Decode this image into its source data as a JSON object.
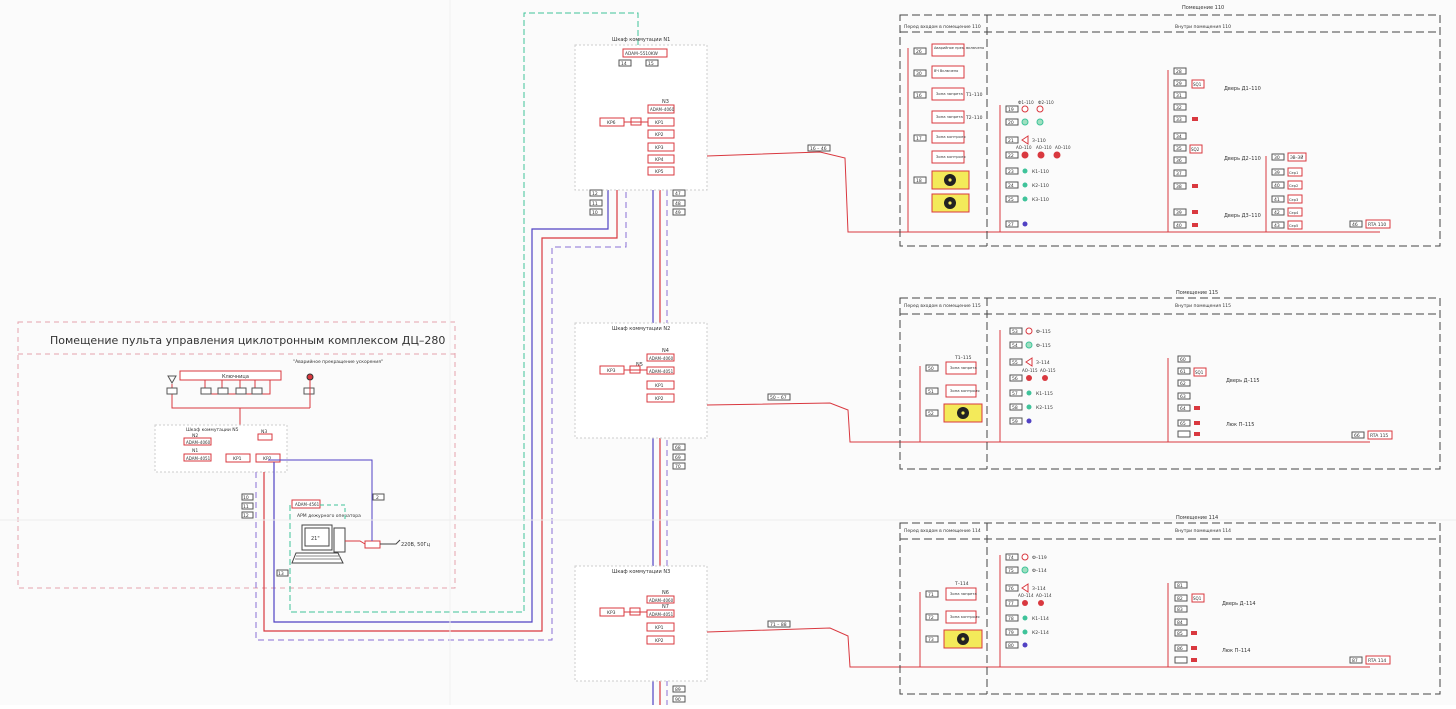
{
  "control_room": {
    "title": "Помещение пульта управления циклотронным комплексом ДЦ–280",
    "button_label": "\"Аварийное прекращение ускорения\"",
    "key_box": "Ключница",
    "cabinet_title": "Шкаф коммутации N5",
    "n2": "N2",
    "n1": "N1",
    "n3": "N3",
    "adam_4060": "ADAM–4060",
    "adam_4051": "ADAM–4051",
    "kr1": "KP1",
    "kr2": "KP2",
    "adam_4561": "ADAM–4561",
    "operator": "АРМ дежурного оператора",
    "monitor": "21\"",
    "power": "220В, 50Гц",
    "tags_left": [
      "10",
      "11",
      "12",
      "13"
    ],
    "tag_line": "2"
  },
  "cabinet1": {
    "title": "Шкаф коммутации N1",
    "adam_5510": "ADAM–5510KW",
    "t14": "14",
    "t15": "15",
    "n3": "N3",
    "adam_4060": "ADAM–4060",
    "kr6": "KP6",
    "kr_list": [
      "KP1",
      "KP2",
      "KP3",
      "KP4",
      "KP5"
    ],
    "tags_left": [
      "12",
      "11",
      "10"
    ],
    "tags_right": [
      "47",
      "48",
      "49"
    ],
    "bus": "16 – 46"
  },
  "cabinet2": {
    "title": "Шкаф коммутации N2",
    "n4": "N4",
    "n5": "N5",
    "adam_4060": "ADAM–4060",
    "adam_4051": "ADAM–4051",
    "kr3": "KP3",
    "kr_list": [
      "KP1",
      "KP2"
    ],
    "tags_right": [
      "68",
      "69",
      "70"
    ],
    "bus": "50 – 67"
  },
  "cabinet3": {
    "title": "Шкаф коммутации N3",
    "n6": "N6",
    "n7": "N7",
    "adam_4060": "ADAM–4060",
    "adam_4051": "ADAM–4051",
    "kr3": "KP3",
    "kr_list": [
      "KP1",
      "KP2"
    ],
    "tags_right": [
      "89",
      "90"
    ],
    "bus": "71 – 88"
  },
  "room110": {
    "title": "Помещение 110",
    "before": "Перед входом в помещение 110",
    "inside": "Внутри помещения 110",
    "boxes": [
      "Аварийное прек. включено",
      "ВЧ Включено",
      "Зона запрета",
      "Зона запрета",
      "Зона контроля",
      "Зона контроля"
    ],
    "side_labels": [
      "T1–110",
      "T2–110"
    ],
    "tags_left": [
      "26",
      "30",
      "16",
      "17",
      "18"
    ],
    "tags_mid": [
      "19",
      "20",
      "21",
      "22",
      "23",
      "24",
      "25",
      "27"
    ],
    "lamps": [
      "Ф1–110",
      "Ф2–110",
      "З–110",
      "АО–110",
      "АО–110",
      "АО–110",
      "К1–110",
      "К2–110",
      "К3–110"
    ],
    "doors": [
      "Дверь Д1–110",
      "Дверь Д2–110",
      "Дверь Д3–110"
    ],
    "tags_right1": [
      "28",
      "29",
      "31",
      "32",
      "33",
      "34",
      "35",
      "36",
      "37",
      "38",
      "39",
      "40",
      "41",
      "42",
      "43",
      "44",
      "45"
    ],
    "sq": [
      "SQ1",
      "SQ2"
    ],
    "right_tags": [
      "30",
      "39",
      "40",
      "41",
      "42",
      "43"
    ],
    "right_labels": [
      "ЭВ–ЭЙ",
      "Сер1",
      "Сер2",
      "Сер3",
      "Сер4",
      "Сер5"
    ],
    "bottom": "46",
    "rta": "RTA 110"
  },
  "room115": {
    "title": "Помещение 115",
    "before": "Перед входом в помещение 115",
    "inside": "Внутри помещения 115",
    "t_label": "T1–115",
    "boxes": [
      "Зона запрета",
      "Зона контроля"
    ],
    "tags_left": [
      "50",
      "51",
      "52"
    ],
    "tags_mid": [
      "53",
      "54",
      "55",
      "56",
      "57",
      "58",
      "59"
    ],
    "lamps": [
      "Ф–115",
      "Ф–115",
      "З–114",
      "АО–115",
      "АО–115",
      "К1–115",
      "К2–115"
    ],
    "doors": [
      "Дверь Д–115",
      "Люк П–115"
    ],
    "tags_right": [
      "60",
      "61",
      "62",
      "63",
      "64",
      "65"
    ],
    "sq": "SQ1",
    "bottom": "66",
    "rta": "RTA 115"
  },
  "room114": {
    "title": "Помещение 114",
    "before": "Перед входом в помещение 114",
    "inside": "Внутри помещения 114",
    "t_label": "T–114",
    "boxes": [
      "Зона запрета",
      "Зона контроля"
    ],
    "tags_left": [
      "71",
      "72",
      "73"
    ],
    "tags_mid": [
      "74",
      "75",
      "76",
      "77",
      "78",
      "79",
      "80"
    ],
    "lamps": [
      "Ф–119",
      "Ф–114",
      "З–114",
      "АО–114",
      "АО–114",
      "К1–114",
      "К2–114"
    ],
    "doors": [
      "Дверь Д–114",
      "Люк П–114"
    ],
    "tags_right": [
      "81",
      "82",
      "83",
      "84",
      "85",
      "86"
    ],
    "sq": "SQ1",
    "bottom": "87",
    "rta": "RTA 114"
  },
  "colors": {
    "red": "#d9383f",
    "blue": "#5142c4",
    "violet": "#8a6fd6",
    "teal": "#3fc39a",
    "yellow": "#f3ea5a",
    "dash": "#555555",
    "gray": "#b8b8b8"
  }
}
